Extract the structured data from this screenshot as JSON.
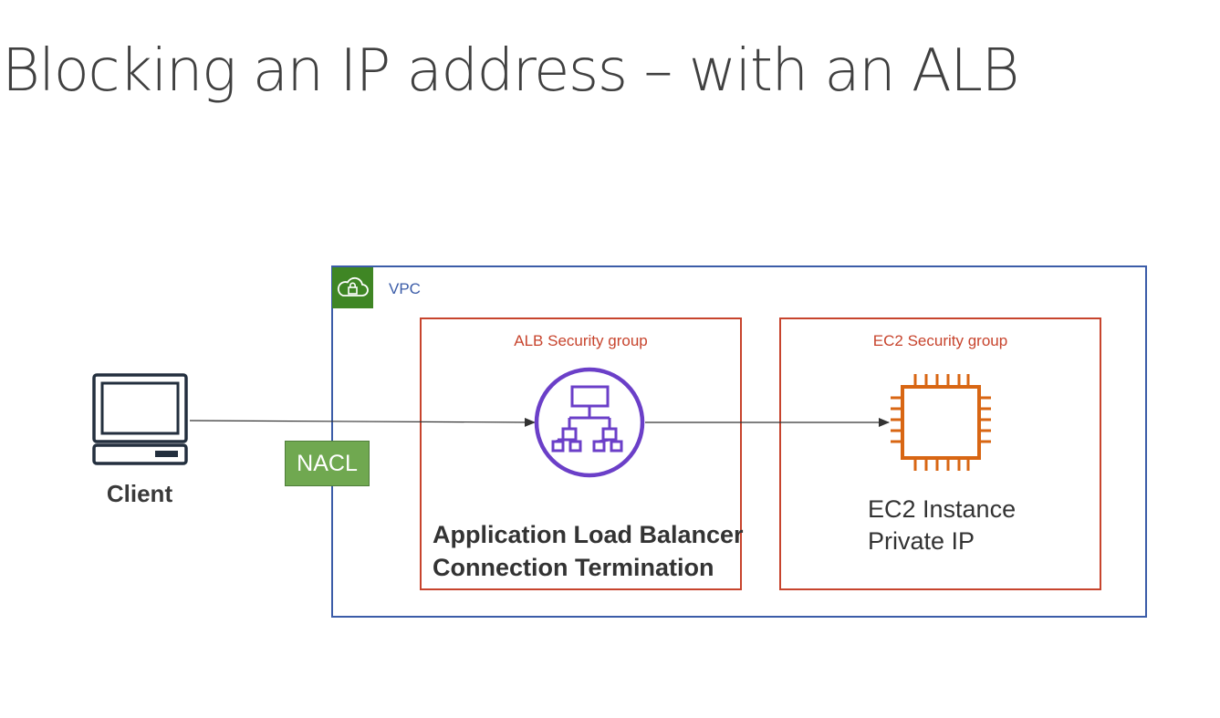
{
  "title": "Blocking an IP address – with an ALB",
  "vpc": {
    "label": "VPC",
    "icon": "vpc-cloud-lock-icon",
    "badge_color": "#3f8624",
    "border_color": "#3b5ca8"
  },
  "client": {
    "label": "Client",
    "icon": "laptop-icon"
  },
  "nacl": {
    "label": "NACL",
    "color": "#70a850"
  },
  "alb_security_group": {
    "label": "ALB Security group",
    "icon": "load-balancer-icon",
    "name_line1": "Application Load Balancer",
    "name_line2": "Connection Termination"
  },
  "ec2_security_group": {
    "label": "EC2 Security group",
    "icon": "chip-icon",
    "name_line1": "EC2 Instance",
    "name_line2": "Private IP"
  },
  "colors": {
    "security_group_border": "#c7442d",
    "alb_icon": "#6b3fc8",
    "ec2_icon": "#d86613"
  }
}
